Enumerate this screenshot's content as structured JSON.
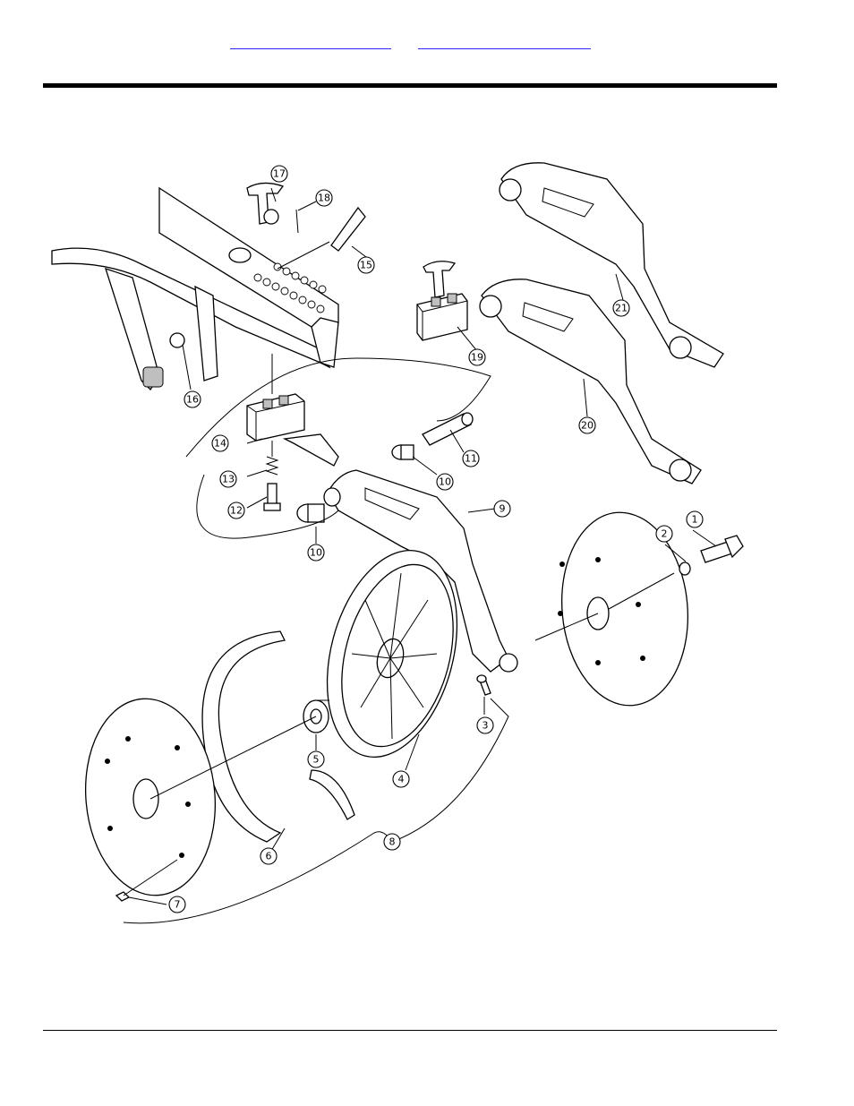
{
  "header": {
    "links": [
      {
        "label": ""
      },
      {
        "label": ""
      }
    ]
  },
  "diagram": {
    "callouts": [
      "1",
      "2",
      "3",
      "4",
      "5",
      "6",
      "7",
      "8",
      "9",
      "10",
      "10",
      "11",
      "12",
      "13",
      "14",
      "15",
      "16",
      "17",
      "18",
      "19",
      "20",
      "21"
    ]
  }
}
